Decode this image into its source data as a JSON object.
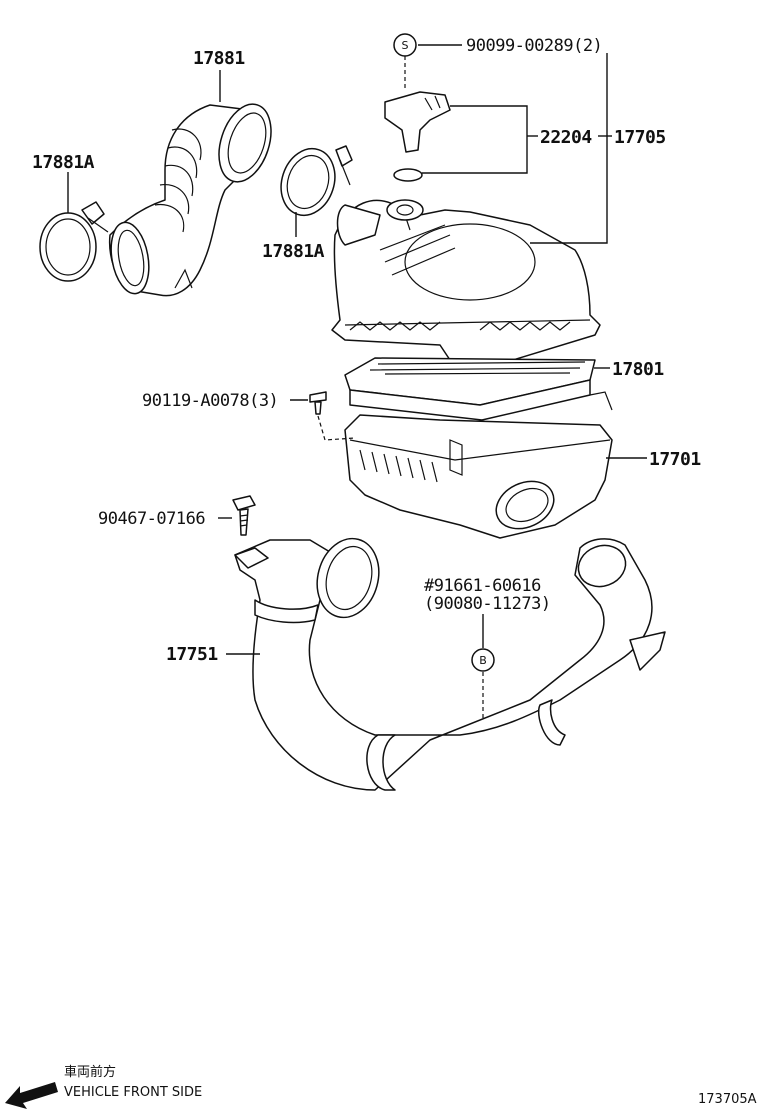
{
  "labels": {
    "hose_17881": "17881",
    "clamp_17881a_left": "17881A",
    "clamp_17881a_right": "17881A",
    "bolt_90099": "90099-00289(2)",
    "sensor_22204": "22204",
    "cap_17705": "17705",
    "element_17801": "17801",
    "screw_90119": "90119-A0078(3)",
    "case_17701": "17701",
    "bolt_90467": "90467-07166",
    "pipe_17751": "17751",
    "bolt_91661": "#91661-60616",
    "bolt_90080": "(90080-11273)"
  },
  "circles": {
    "s_marker": "S",
    "b_marker": "B"
  },
  "footer": {
    "direction_jp": "車両前方",
    "direction_en": "VEHICLE FRONT SIDE",
    "figure_id": "173705A"
  }
}
